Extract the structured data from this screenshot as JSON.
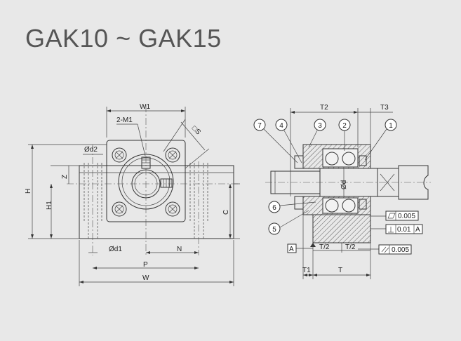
{
  "title": "GAK10 ~ GAK15",
  "front_view": {
    "labels": {
      "w1": "W1",
      "m1": "2-M1",
      "s": "□S",
      "d2": "Ød2",
      "z": "Z",
      "h": "H",
      "h1": "H1",
      "c": "C",
      "d1": "Ød1",
      "n": "N",
      "p": "P",
      "w": "W"
    }
  },
  "section_view": {
    "labels": {
      "t2": "T2",
      "t3": "T3",
      "d": "Ød",
      "t_half_1": "T/2",
      "t_half_2": "T/2",
      "t1": "T1",
      "t": "T",
      "datum": "A"
    },
    "balloons": [
      "7",
      "4",
      "3",
      "2",
      "1",
      "6",
      "5"
    ],
    "tolerances": {
      "flatness": "0.005",
      "perpendicularity": "0.01",
      "perpendicularity_datum": "A",
      "parallelism": "0.005"
    }
  }
}
